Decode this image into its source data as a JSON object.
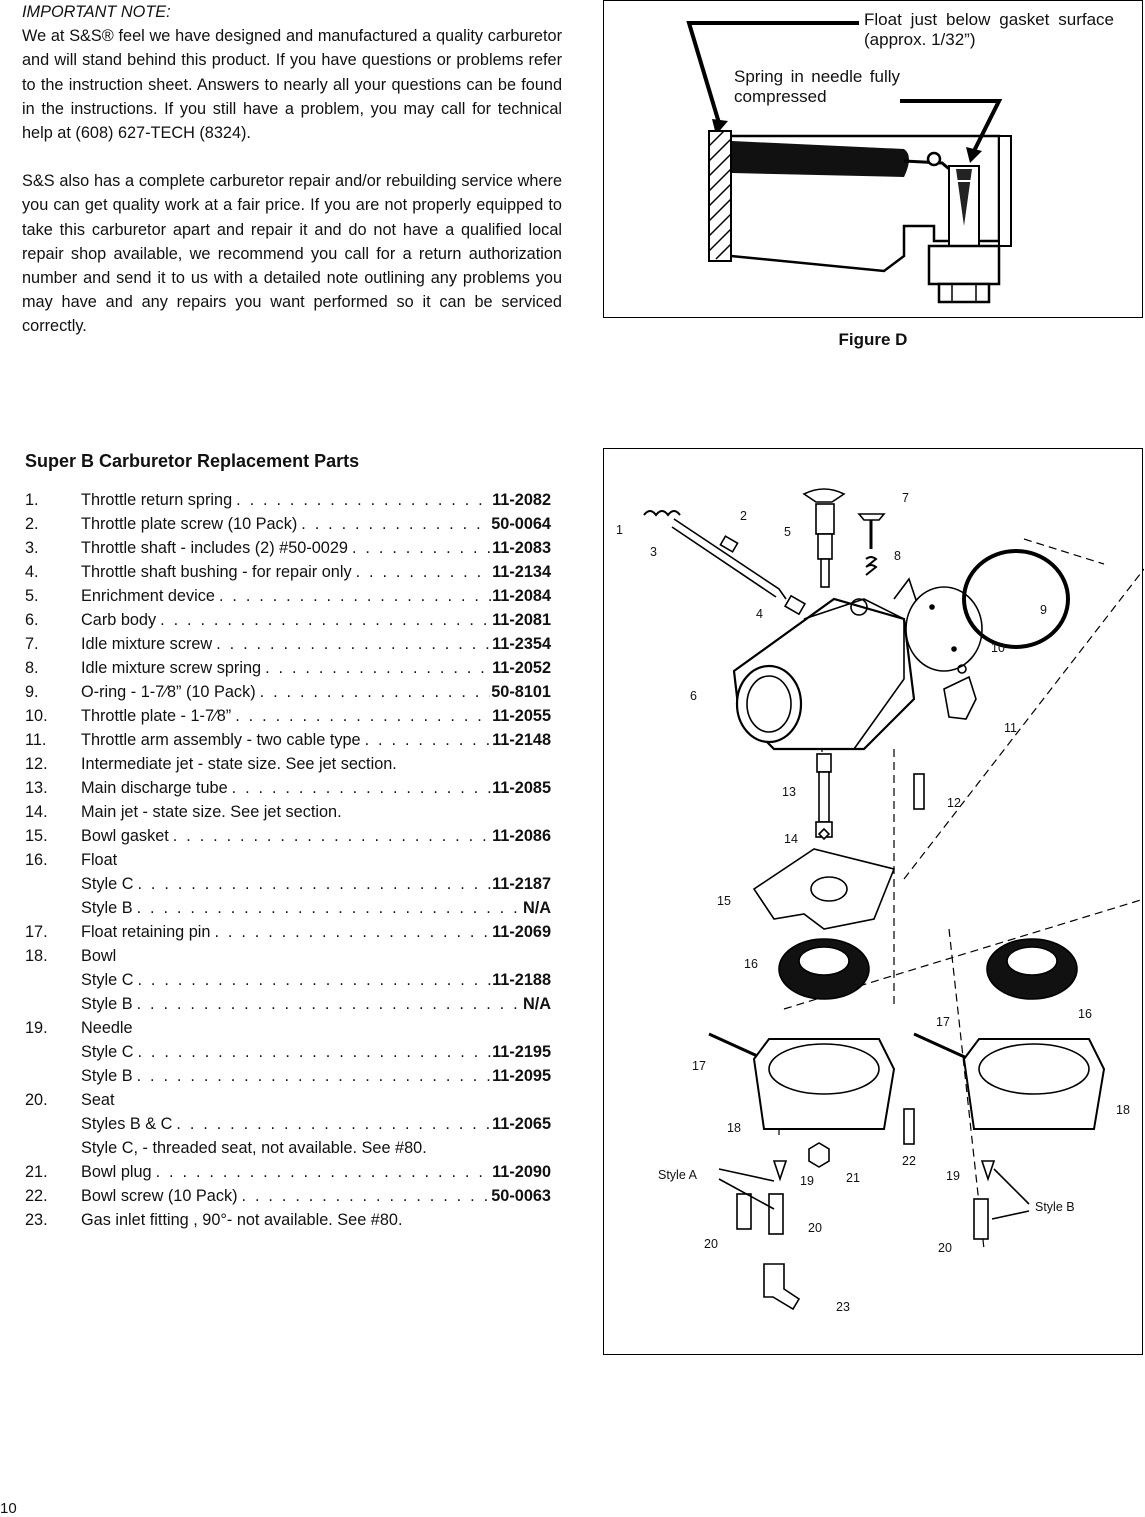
{
  "note": {
    "heading": "IMPORTANT NOTE:",
    "para1": "We at S&S® feel we have designed and manufactured a quality carburetor and will stand behind this product.  If you have questions or problems refer to the instruction sheet.  Answers to nearly all your questions can be found in the instructions.  If you still have a problem, you may call  for technical help at (608) 627-TECH (8324).",
    "para2": "S&S also has a complete carburetor repair and/or rebuilding service where you can get quality work at a fair price.  If you are not properly equipped to take this carburetor apart and repair it and do not have a qualified local repair shop available, we recommend you call for a return authorization number and send it to us with a detailed note outlining any problems you may have and any repairs you want performed so it can be serviced correctly."
  },
  "figure_d": {
    "label_float": "Float just below gasket surface (approx. 1/32”)",
    "label_spring": "Spring in needle fully compressed",
    "caption": "Figure D"
  },
  "parts": {
    "title": "Super B Carburetor Replacement Parts",
    "rows": [
      {
        "num": "1.",
        "text": "Throttle return spring",
        "part": "11-2082"
      },
      {
        "num": "2.",
        "text": "Throttle plate screw  (10 Pack)",
        "part": "50-0064"
      },
      {
        "num": "3.",
        "text": "Throttle shaft - includes (2) #50-0029",
        "part": "11-2083"
      },
      {
        "num": "4.",
        "text": "Throttle shaft bushing - for repair only",
        "part": "11-2134"
      },
      {
        "num": "5.",
        "text": "Enrichment device",
        "part": "11-2084"
      },
      {
        "num": "6.",
        "text": "Carb body",
        "part": "11-2081"
      },
      {
        "num": "7.",
        "text": "Idle mixture screw",
        "part": "11-2354"
      },
      {
        "num": "8.",
        "text": "Idle mixture screw spring",
        "part": "11-2052"
      },
      {
        "num": "9.",
        "text": "O-ring - 1-7⁄8”  (10 Pack)",
        "part": "50-8101"
      },
      {
        "num": "10.",
        "text": "Throttle plate - 1-7⁄8”",
        "part": "11-2055"
      },
      {
        "num": "11.",
        "text": "Throttle arm assembly - two cable type",
        "part": "11-2148"
      },
      {
        "num": "12.",
        "text": "Intermediate jet - state size. See jet section.",
        "part": ""
      },
      {
        "num": "13.",
        "text": "Main discharge tube",
        "part": "11-2085"
      },
      {
        "num": "14.",
        "text": "Main jet - state size. See jet section.",
        "part": ""
      },
      {
        "num": "15.",
        "text": "Bowl gasket",
        "part": "11-2086"
      },
      {
        "num": "16.",
        "text": "Float",
        "part": ""
      },
      {
        "num": "",
        "text": "Style C",
        "part": "11-2187"
      },
      {
        "num": "",
        "text": "Style B",
        "part": "N/A"
      },
      {
        "num": "17.",
        "text": "Float retaining pin",
        "part": "11-2069"
      },
      {
        "num": "18.",
        "text": "Bowl",
        "part": ""
      },
      {
        "num": "",
        "text": "Style C",
        "part": "11-2188"
      },
      {
        "num": "",
        "text": "Style B",
        "part": "N/A"
      },
      {
        "num": "19.",
        "text": "Needle",
        "part": ""
      },
      {
        "num": "",
        "text": "Style C",
        "part": "11-2195"
      },
      {
        "num": "",
        "text": "Style B",
        "part": "11-2095"
      },
      {
        "num": "20.",
        "text": "Seat",
        "part": ""
      },
      {
        "num": "",
        "text": "Styles B & C",
        "part": "11-2065"
      },
      {
        "num": "",
        "text": "Style C, - threaded seat, not available. See #80.",
        "part": ""
      },
      {
        "num": "21.",
        "text": "Bowl plug",
        "part": "11-2090"
      },
      {
        "num": "22.",
        "text": "Bowl screw  (10 Pack)",
        "part": "50-0063"
      },
      {
        "num": "23.",
        "text": "Gas inlet fitting , 90°- not available. See #80.",
        "part": ""
      }
    ]
  },
  "diagram": {
    "callouts": [
      "1",
      "2",
      "3",
      "4",
      "5",
      "6",
      "7",
      "8",
      "9",
      "10",
      "11",
      "12",
      "13",
      "14",
      "15",
      "16",
      "16",
      "17",
      "17",
      "18",
      "18",
      "19",
      "19",
      "20",
      "20",
      "20",
      "21",
      "22",
      "23"
    ],
    "style_a": "Style A",
    "style_b": "Style B"
  },
  "page_number": "10"
}
